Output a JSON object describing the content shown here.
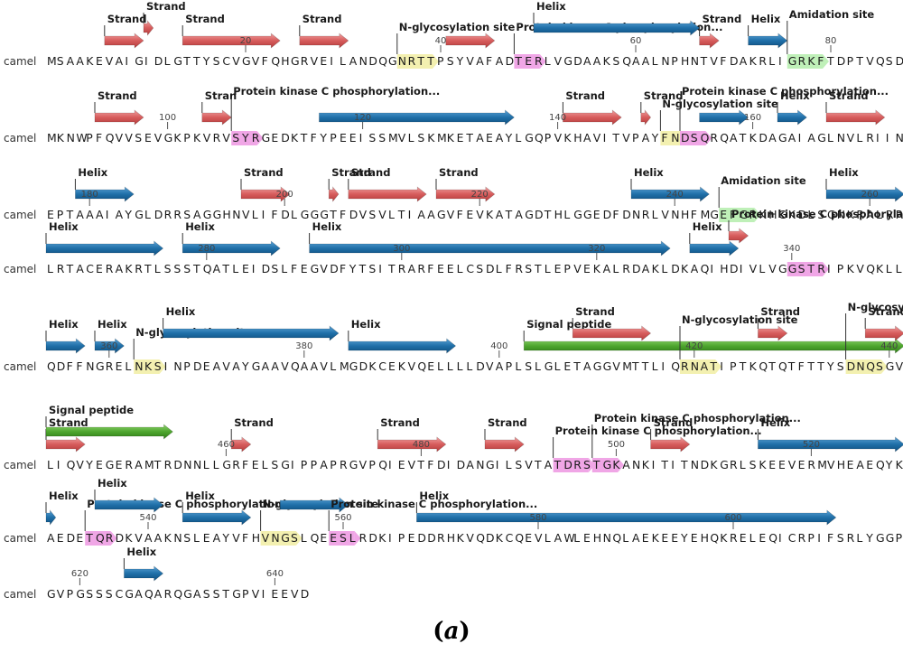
{
  "figure": {
    "caption": {
      "open": "(",
      "letter": "a",
      "close": ")"
    },
    "sequence_label": "camel",
    "colors": {
      "strand": "#d65c5c",
      "helix": "#1f6fa8",
      "signal": "#4ea62e",
      "glyco_site": "#f3f0b0",
      "pkc_site": "#f0a6e6",
      "amidation_site": "#bff0b8"
    },
    "rows": [
      {
        "sequence": "MSAAKEVAIGIDLGTTYSCVGVFQHGRVEILANDQGNRTTPSYVAFADTERLVGDAAKSQAALNPHNTVFDAKRLIGRKFTDPTVQSD",
        "numbers": [
          {
            "n": "20",
            "at": 21
          },
          {
            "n": "40",
            "at": 41
          },
          {
            "n": "60",
            "at": 61
          },
          {
            "n": "80",
            "at": 81
          }
        ],
        "features": [
          {
            "type": "strand",
            "start": 7,
            "end": 10,
            "label": "Strand"
          },
          {
            "type": "strand",
            "start": 11,
            "end": 11,
            "label": "Strand"
          },
          {
            "type": "strand",
            "start": 15,
            "end": 24,
            "label": "Strand"
          },
          {
            "type": "strand",
            "start": 27,
            "end": 31,
            "label": "Strand"
          },
          {
            "type": "site",
            "kind": "glyco",
            "start": 37,
            "end": 40,
            "label": "N-glycosylation site"
          },
          {
            "type": "strand",
            "start": 42,
            "end": 46,
            "label": ""
          },
          {
            "type": "site",
            "kind": "pkc",
            "start": 49,
            "end": 51,
            "label": "Protein kinase C phosphorylation..."
          },
          {
            "type": "helix",
            "start": 51,
            "end": 67,
            "label": "Helix"
          },
          {
            "type": "strand",
            "start": 68,
            "end": 69,
            "label": "Strand"
          },
          {
            "type": "helix",
            "start": 73,
            "end": 76,
            "label": "Helix"
          },
          {
            "type": "site",
            "kind": "amid",
            "start": 77,
            "end": 80,
            "label": "Amidation site"
          }
        ]
      },
      {
        "sequence": "MKNWPFQVVSEVGKPKVRVSYRGEDKTFYPEEISSMVLSKMKETAEAYLGQPVKHAVITVPAYFNDSQRQATKDAGAIAGLNVLRIIN",
        "numbers": [
          {
            "n": "100",
            "at": 13
          },
          {
            "n": "120",
            "at": 33
          },
          {
            "n": "140",
            "at": 53
          },
          {
            "n": "160",
            "at": 73
          }
        ],
        "features": [
          {
            "type": "strand",
            "start": 6,
            "end": 10,
            "label": "Strand"
          },
          {
            "type": "strand",
            "start": 17,
            "end": 19,
            "label": "Stran"
          },
          {
            "type": "site",
            "kind": "pkc",
            "start": 20,
            "end": 22,
            "label": "Protein kinase C phosphorylation..."
          },
          {
            "type": "helix",
            "start": 29,
            "end": 48,
            "label": ""
          },
          {
            "type": "strand",
            "start": 54,
            "end": 59,
            "label": "Strand"
          },
          {
            "type": "strand",
            "start": 62,
            "end": 62,
            "label": "Strand"
          },
          {
            "type": "site",
            "kind": "glyco",
            "start": 64,
            "end": 66,
            "label": "N-glycosylation site"
          },
          {
            "type": "site",
            "kind": "pkc",
            "start": 66,
            "end": 68,
            "label": "Protein kinase C phosphorylation..."
          },
          {
            "type": "helix",
            "start": 68,
            "end": 72,
            "label": ""
          },
          {
            "type": "helix",
            "start": 76,
            "end": 78,
            "label": "Helix"
          },
          {
            "type": "strand",
            "start": 81,
            "end": 86,
            "label": "Strand"
          }
        ]
      },
      {
        "sequence": "EPTAAAIAYGLDRRSAGGHNVLIFDLGGGTFDVSVLTIAAGVFEVKATAGDTHLGGEDFDNRLVNHFMGEFGRKHGKDLSGNKRALRR",
        "numbers": [
          {
            "n": "180",
            "at": 5
          },
          {
            "n": "200",
            "at": 25
          },
          {
            "n": "220",
            "at": 45
          },
          {
            "n": "240",
            "at": 65
          },
          {
            "n": "260",
            "at": 85
          }
        ],
        "features": [
          {
            "type": "helix",
            "start": 4,
            "end": 9,
            "label": "Helix"
          },
          {
            "type": "strand",
            "start": 21,
            "end": 25,
            "label": "Strand"
          },
          {
            "type": "strand",
            "start": 30,
            "end": 30,
            "label": "Strand"
          },
          {
            "type": "strand",
            "start": 32,
            "end": 39,
            "label": "Strand"
          },
          {
            "type": "strand",
            "start": 41,
            "end": 46,
            "label": "Strand"
          },
          {
            "type": "helix",
            "start": 61,
            "end": 68,
            "label": "Helix"
          },
          {
            "type": "site",
            "kind": "amid",
            "start": 70,
            "end": 73,
            "label": "Amidation site"
          },
          {
            "type": "helix",
            "start": 81,
            "end": 88,
            "label": "Helix"
          }
        ]
      },
      {
        "sequence": "LRTACERAKRTLSSSTQATLEIDSLFEGVDFYTSITRARFEELCSDLFRSTLEPVEKALRDAKLDKAQIHDIVLVGGSTRIPKVQKLL",
        "numbers": [
          {
            "n": "280",
            "at": 17
          },
          {
            "n": "300",
            "at": 37
          },
          {
            "n": "320",
            "at": 57
          },
          {
            "n": "340",
            "at": 77
          }
        ],
        "features": [
          {
            "type": "helix",
            "start": 1,
            "end": 12,
            "label": "Helix"
          },
          {
            "type": "helix",
            "start": 15,
            "end": 24,
            "label": "Helix"
          },
          {
            "type": "helix",
            "start": 28,
            "end": 64,
            "label": "Helix"
          },
          {
            "type": "helix",
            "start": 67,
            "end": 71,
            "label": "Helix"
          },
          {
            "type": "strand",
            "start": 71,
            "end": 72,
            "label": "Protein kinase C phosphorylation..."
          },
          {
            "type": "site",
            "kind": "pkc",
            "start": 77,
            "end": 80,
            "label": ""
          }
        ]
      },
      {
        "sequence": "QDFFNGRELNKSINPDEAVAYGAAVQAAVLMGDKCEKVQELLLLDVAPLSLGLETAGGVMTTLIQRNATIPTKQTQTFTTYSDNQSGV",
        "numbers": [
          {
            "n": "360",
            "at": 7
          },
          {
            "n": "380",
            "at": 27
          },
          {
            "n": "400",
            "at": 47
          },
          {
            "n": "420",
            "at": 67
          },
          {
            "n": "440",
            "at": 87
          }
        ],
        "features": [
          {
            "type": "helix",
            "start": 1,
            "end": 4,
            "label": "Helix"
          },
          {
            "type": "helix",
            "start": 6,
            "end": 8,
            "label": "Helix"
          },
          {
            "type": "site",
            "kind": "glyco",
            "start": 10,
            "end": 12,
            "label": "N-glycosylation site"
          },
          {
            "type": "helix",
            "start": 13,
            "end": 30,
            "label": "Helix"
          },
          {
            "type": "helix",
            "start": 32,
            "end": 42,
            "label": "Helix"
          },
          {
            "type": "signal",
            "start": 50,
            "end": 88,
            "label": "Signal peptide"
          },
          {
            "type": "strand",
            "start": 55,
            "end": 62,
            "label": "Strand"
          },
          {
            "type": "site",
            "kind": "glyco",
            "start": 66,
            "end": 69,
            "label": "N-glycosylation site"
          },
          {
            "type": "strand",
            "start": 74,
            "end": 76,
            "label": "Strand"
          },
          {
            "type": "strand",
            "start": 85,
            "end": 88,
            "label": "Strand"
          },
          {
            "type": "site",
            "kind": "glyco",
            "start": 83,
            "end": 86,
            "label": "N-glycosylation site"
          }
        ]
      },
      {
        "sequence": "LIQVYEGERAMTRDNNLLGRFELSGIPPAPRGVPQIEVTFDIDANGILSVTATDRSTGKANKITITNDKGRLSKEEVERMVHEAEQYK",
        "numbers": [
          {
            "n": "460",
            "at": 19
          },
          {
            "n": "480",
            "at": 39
          },
          {
            "n": "500",
            "at": 59
          },
          {
            "n": "520",
            "at": 79
          }
        ],
        "features": [
          {
            "type": "strand",
            "start": 1,
            "end": 4,
            "label": "Strand"
          },
          {
            "type": "signal",
            "start": 1,
            "end": 13,
            "label": "Signal peptide"
          },
          {
            "type": "strand",
            "start": 20,
            "end": 21,
            "label": "Strand"
          },
          {
            "type": "strand",
            "start": 35,
            "end": 41,
            "label": "Strand"
          },
          {
            "type": "strand",
            "start": 46,
            "end": 49,
            "label": "Strand"
          },
          {
            "type": "site",
            "kind": "pkc",
            "start": 53,
            "end": 56,
            "label": "Protein kinase C phosphorylation..."
          },
          {
            "type": "site",
            "kind": "pkc",
            "start": 57,
            "end": 59,
            "label": "Protein kinase C phosphorylation..."
          },
          {
            "type": "strand",
            "start": 63,
            "end": 66,
            "label": "Strand"
          },
          {
            "type": "helix",
            "start": 74,
            "end": 88,
            "label": "Helix"
          }
        ]
      },
      {
        "sequence": "AEDETQRDKVAAKNSLEAYVFHVNGSLQEESLRDKIPEDDRHKVQDKCQEVLAWLEHNQLAEKEEYEHQKRELEQICRPIFSRLYGGP",
        "numbers": [
          {
            "n": "540",
            "at": 11
          },
          {
            "n": "560",
            "at": 31
          },
          {
            "n": "580",
            "at": 51
          },
          {
            "n": "600",
            "at": 71
          }
        ],
        "features": [
          {
            "type": "helix",
            "start": 1,
            "end": 1,
            "label": "Helix"
          },
          {
            "type": "site",
            "kind": "pkc",
            "start": 5,
            "end": 7,
            "label": "Protein kinase C phosphorylation..."
          },
          {
            "type": "helix",
            "start": 6,
            "end": 12,
            "label": "Helix"
          },
          {
            "type": "helix",
            "start": 15,
            "end": 21,
            "label": "Helix"
          },
          {
            "type": "site",
            "kind": "glyco",
            "start": 23,
            "end": 26,
            "label": "N-glycosylation site"
          },
          {
            "type": "helix",
            "start": 25,
            "end": 31,
            "label": ""
          },
          {
            "type": "site",
            "kind": "pkc",
            "start": 30,
            "end": 32,
            "label": "Protein kinase C phosphorylation..."
          },
          {
            "type": "helix",
            "start": 39,
            "end": 81,
            "label": "Helix"
          }
        ]
      },
      {
        "sequence": "GVPGSSSCGAQARQGASSTGPVIEEVD",
        "numbers": [
          {
            "n": "620",
            "at": 4
          },
          {
            "n": "640",
            "at": 24
          }
        ],
        "features": [
          {
            "type": "helix",
            "start": 9,
            "end": 12,
            "label": "Helix"
          }
        ]
      }
    ]
  }
}
